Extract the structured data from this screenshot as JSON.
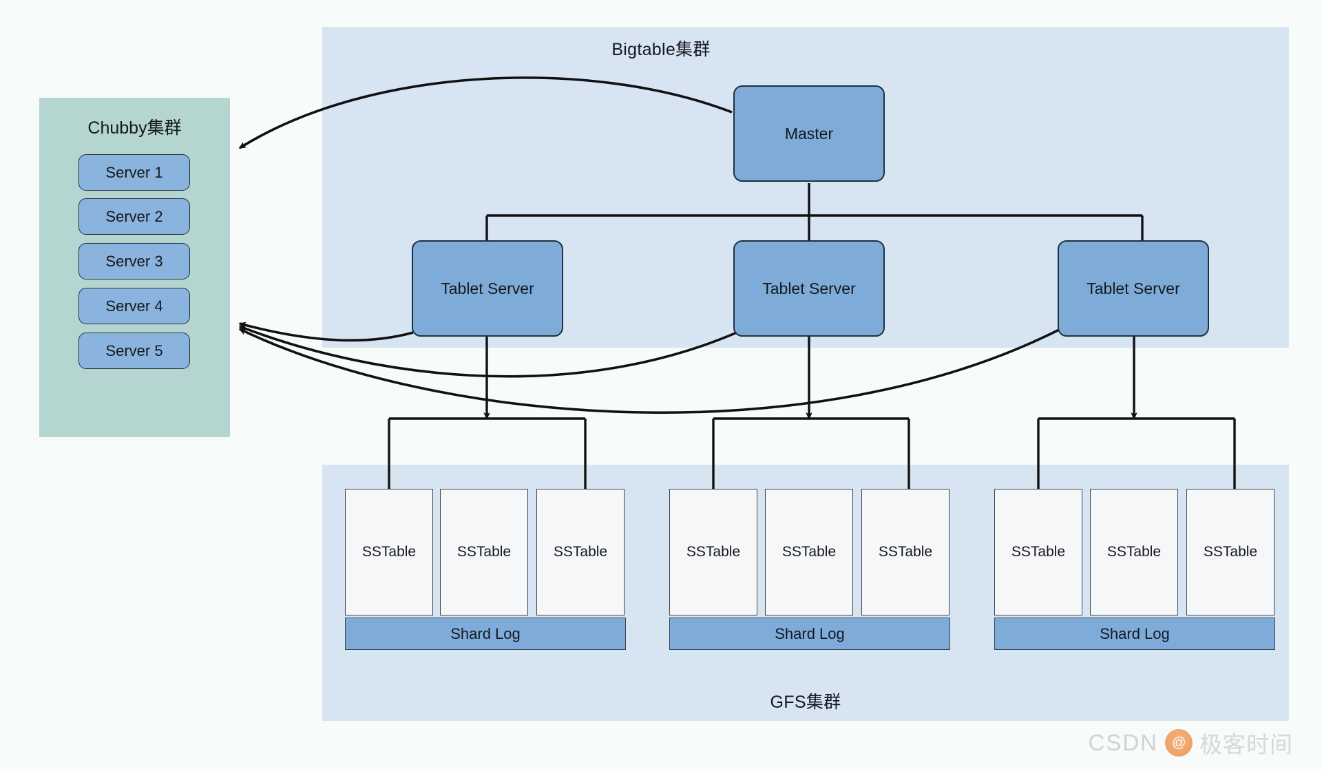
{
  "diagram": {
    "background_color": "#f7fbfa",
    "panel_color": "#d7e4f2",
    "chubby_panel_color": "#b4d5d0",
    "node_color": "#7fabd8",
    "sstable_color": "#f6f7f8",
    "line_color": "#111111"
  },
  "bigtable": {
    "title": "Bigtable集群",
    "master": {
      "label": "Master"
    },
    "tablet_servers": [
      {
        "label": "Tablet Server"
      },
      {
        "label": "Tablet Server"
      },
      {
        "label": "Tablet Server"
      }
    ]
  },
  "chubby": {
    "title": "Chubby集群",
    "servers": [
      {
        "label": "Server 1"
      },
      {
        "label": "Server 2"
      },
      {
        "label": "Server 3"
      },
      {
        "label": "Server 4"
      },
      {
        "label": "Server 5"
      }
    ]
  },
  "gfs": {
    "title": "GFS集群",
    "groups": [
      {
        "sstables": [
          {
            "label": "SSTable"
          },
          {
            "label": "SSTable"
          },
          {
            "label": "SSTable"
          }
        ],
        "shard_log": {
          "label": "Shard Log"
        }
      },
      {
        "sstables": [
          {
            "label": "SSTable"
          },
          {
            "label": "SSTable"
          },
          {
            "label": "SSTable"
          }
        ],
        "shard_log": {
          "label": "Shard Log"
        }
      },
      {
        "sstables": [
          {
            "label": "SSTable"
          },
          {
            "label": "SSTable"
          },
          {
            "label": "SSTable"
          }
        ],
        "shard_log": {
          "label": "Shard Log"
        }
      }
    ]
  },
  "watermark": {
    "brand": "CSDN",
    "logo_glyph": "@",
    "account": "极客时间"
  }
}
